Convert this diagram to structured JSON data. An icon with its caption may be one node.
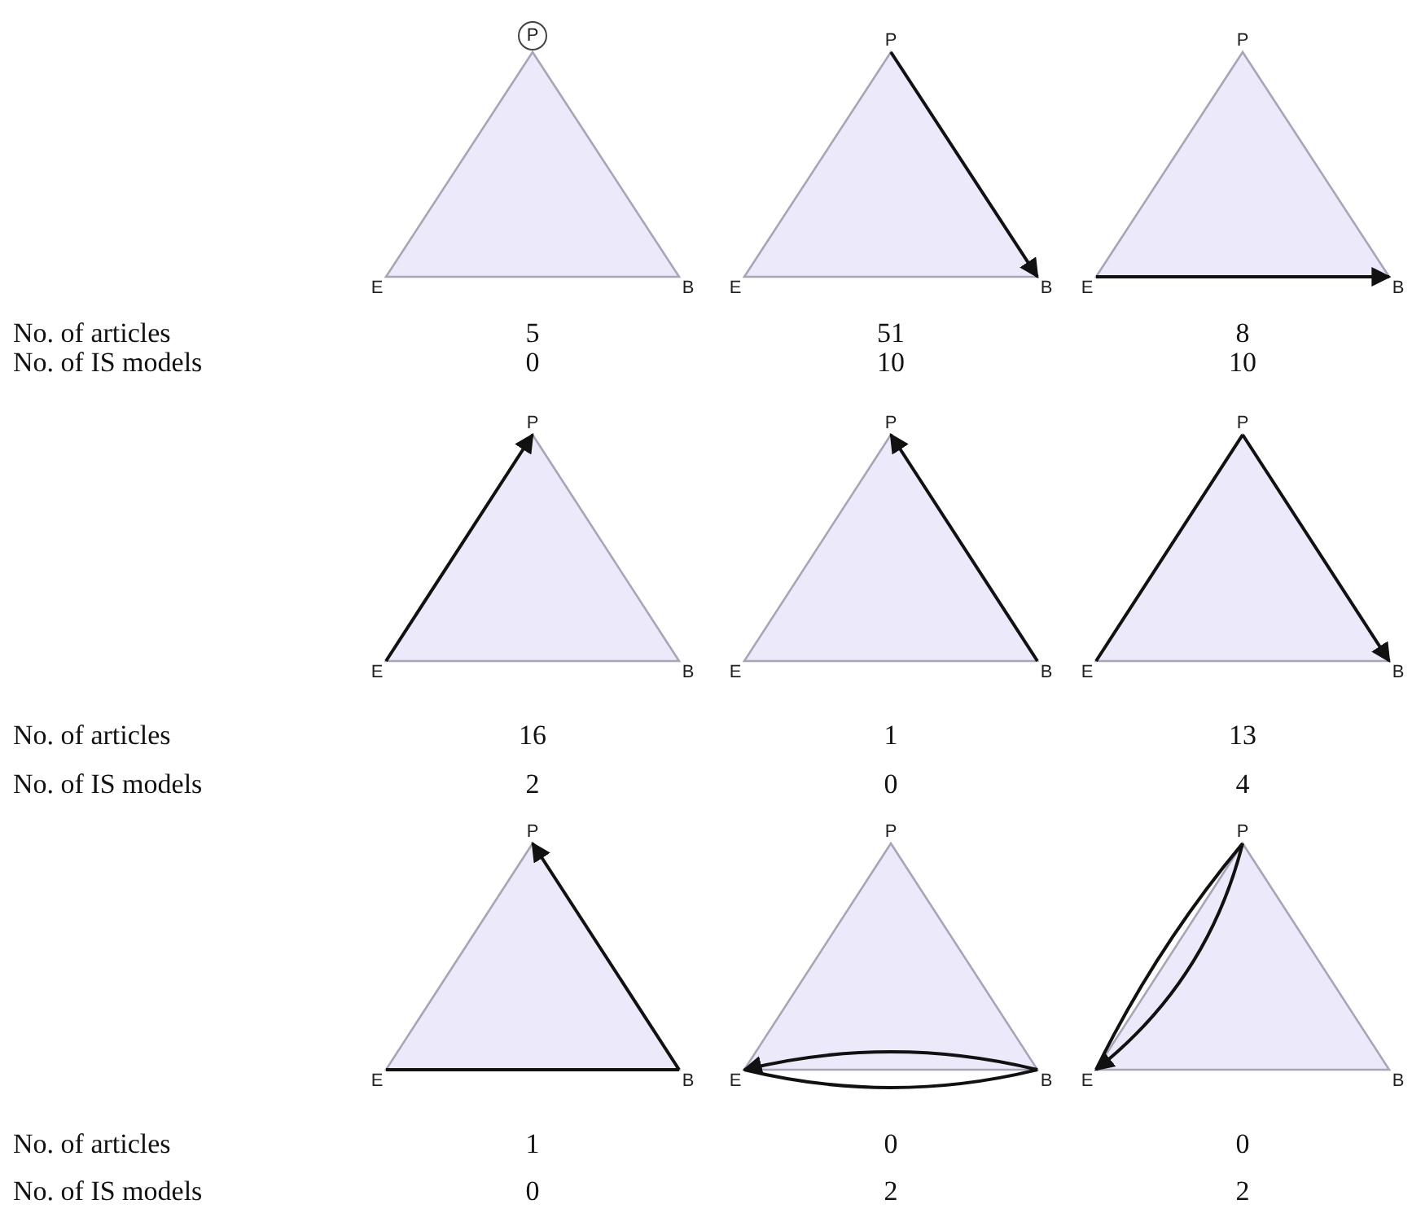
{
  "diagram": {
    "nodes": [
      {
        "text": [
          "P"
        ]
      },
      {
        "text": [
          "E"
        ]
      },
      {
        "text": [
          "B"
        ]
      },
      {
        "text": [
          "P"
        ]
      },
      {
        "text": [
          "E"
        ]
      },
      {
        "text": [
          "B"
        ]
      },
      {
        "text": [
          "P"
        ]
      },
      {
        "text": [
          "E"
        ]
      },
      {
        "text": [
          "B"
        ]
      },
      {
        "text": [
          "P"
        ]
      },
      {
        "text": [
          "E"
        ]
      },
      {
        "text": [
          "B"
        ]
      },
      {
        "text": [
          "P"
        ]
      },
      {
        "text": [
          "E"
        ]
      },
      {
        "text": [
          "B"
        ]
      },
      {
        "text": [
          "P"
        ]
      },
      {
        "text": [
          "E"
        ]
      },
      {
        "text": [
          "B"
        ]
      },
      {
        "text": [
          "P"
        ]
      },
      {
        "text": [
          "E"
        ]
      },
      {
        "text": [
          "B"
        ]
      },
      {
        "text": [
          "P"
        ]
      },
      {
        "text": [
          "E"
        ]
      },
      {
        "text": [
          "B"
        ]
      },
      {
        "text": [
          "P"
        ]
      },
      {
        "text": [
          "E"
        ]
      },
      {
        "text": [
          "B"
        ]
      }
    ],
    "edges": [
      {
        "from": 3,
        "to": 5,
        "arrow": "to"
      },
      {
        "from": 7,
        "to": 8,
        "arrow": "to"
      },
      {
        "from": 10,
        "to": 9,
        "arrow": "to"
      },
      {
        "from": 14,
        "to": 12,
        "arrow": "to"
      },
      {
        "from": 16,
        "to": 15,
        "arrow": "none"
      },
      {
        "from": 15,
        "to": 17,
        "arrow": "to"
      },
      {
        "from": 19,
        "to": 20,
        "arrow": "none"
      },
      {
        "from": 20,
        "to": 18,
        "arrow": "to"
      },
      {
        "from": 22,
        "to": 23,
        "arrow": "none"
      },
      {
        "from": 23,
        "to": 22,
        "arrow": "to"
      },
      {
        "from": 24,
        "to": 25,
        "arrow": "to"
      },
      {
        "from": 24,
        "to": 25,
        "arrow": "none"
      }
    ],
    "labels": [
      "No. of articles",
      "5",
      "51",
      "8",
      "No. of IS models",
      "0",
      "10",
      "10",
      "No. of articles",
      "16",
      "1",
      "13",
      "No. of IS models",
      "2",
      "0",
      "4",
      "No. of articles",
      "1",
      "0",
      "0",
      "No. of IS models",
      "0",
      "2",
      "2"
    ]
  }
}
